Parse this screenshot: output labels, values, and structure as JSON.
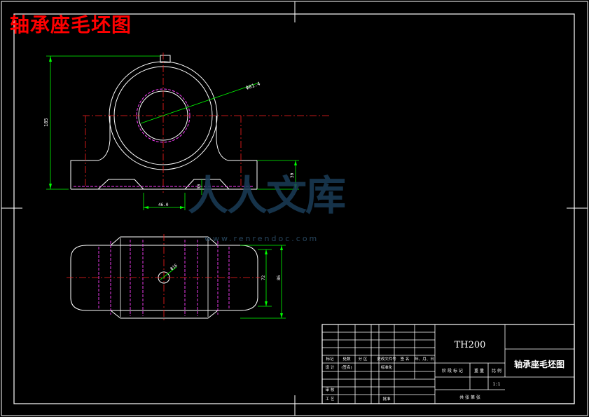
{
  "overlay_title": "轴承座毛坯图",
  "watermark": {
    "text": "人人文库",
    "url": "www.renrendoc.com"
  },
  "dimensions": {
    "height_total": "185",
    "bore_diameter": "Φ81.4",
    "foot_height": "30",
    "base_step": "30",
    "bolt_span": "46.0",
    "hole_diameter": "Φ16",
    "inner_width": "72",
    "outer_width": "86"
  },
  "title_block": {
    "code": "TH200",
    "drawing_name": "轴承座毛坯图",
    "scale_value": "1:1",
    "header_row": [
      "标记",
      "处数",
      "分 区",
      "更改文件号",
      "签 名",
      "年、月、日"
    ],
    "design_label": "设 计",
    "design_sign": "(签名)",
    "standard_label": "标准化",
    "check_label": "审 核",
    "process_label": "工 艺",
    "approve_label": "批准",
    "stage_mark": "阶 段 标 记",
    "weight_label": "重 量",
    "scale_label": "比 例",
    "sheets_label": "共    张  第    张"
  },
  "colors": {
    "outline": "#ffffff",
    "centerline": "#ff2020",
    "hidden": "#ff40ff",
    "dimension": "#00ff00"
  }
}
